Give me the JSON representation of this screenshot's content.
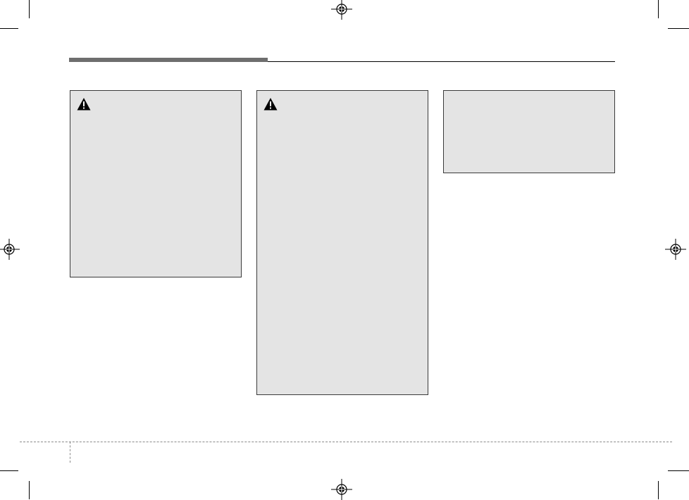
{
  "colors": {
    "header_bar": "#6e6e6e",
    "header_rule": "#000000",
    "box_fill": "#e4e4e4",
    "box_border": "#3a3a3a",
    "warning_icon": "#000000",
    "crop_marks": "#000000",
    "dash_line": "#8a8a8a"
  },
  "icons": {
    "warning": "warning-triangle-icon",
    "registration": "registration-mark-icon"
  },
  "boxes": [
    {
      "kind": "warning",
      "title": ""
    },
    {
      "kind": "warning",
      "title": ""
    },
    {
      "kind": "note",
      "title": ""
    }
  ]
}
